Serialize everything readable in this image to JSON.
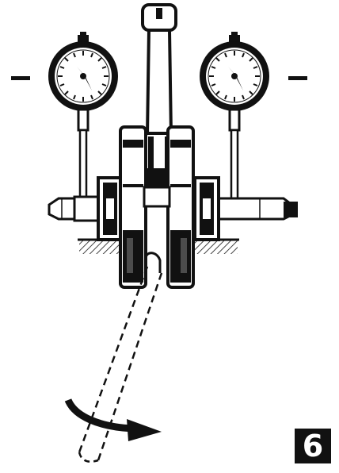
{
  "figure": {
    "number": "6",
    "left_gauge_symbol": "minus-sign",
    "right_gauge_symbol": "minus-sign"
  },
  "colors": {
    "ink": "#111111",
    "paper": "#ffffff"
  }
}
